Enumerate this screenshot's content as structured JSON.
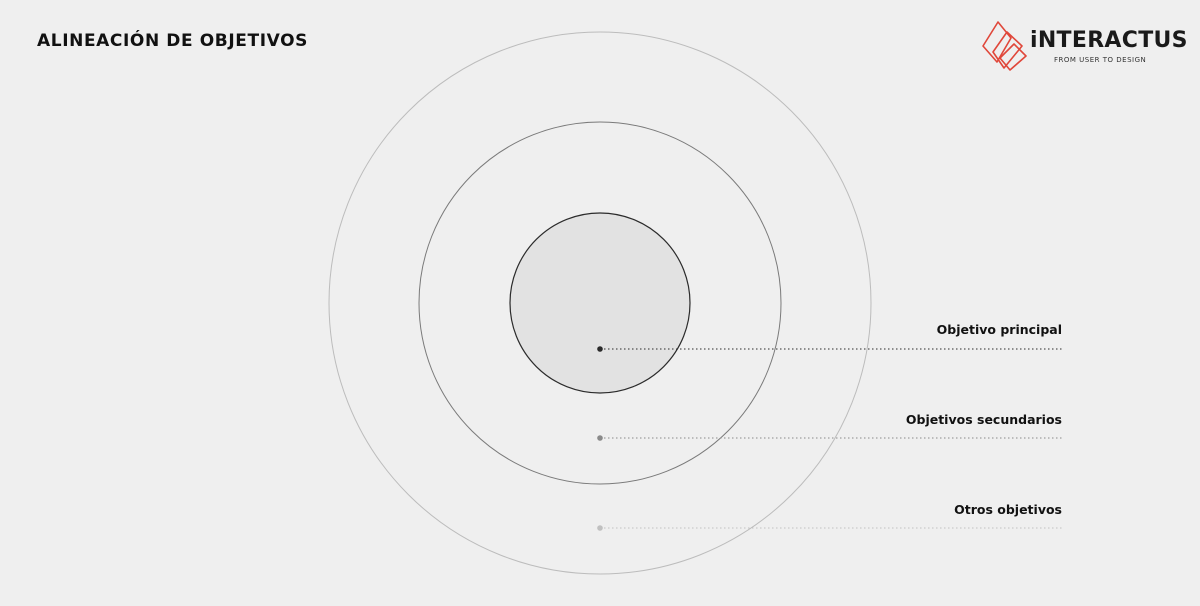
{
  "title": "ALINEACIÓN DE OBJETIVOS",
  "brand": {
    "name": "iNTERACTUS",
    "tagline": "FROM USER TO DESIGN",
    "logo_icon": "stacked-cubes-logo-icon",
    "accent_color": "#e0473a"
  },
  "rings": [
    {
      "name": "Objetivo principal",
      "stroke": "#2b2b2b",
      "fill": "#e2e2e2"
    },
    {
      "name": "Objetivos secundarios",
      "stroke": "#7a7a7a",
      "fill": "none"
    },
    {
      "name": "Otros objetivos",
      "stroke": "#bcbcbc",
      "fill": "none"
    }
  ],
  "labels": {
    "principal": "Objetivo principal",
    "secundarios": "Objetivos secundarios",
    "otros": "Otros objetivos"
  },
  "colors": {
    "background": "#efefef",
    "marker_principal": "#2b2b2b",
    "marker_secundarios": "#8a8a8a",
    "marker_otros": "#c0c0c0"
  }
}
